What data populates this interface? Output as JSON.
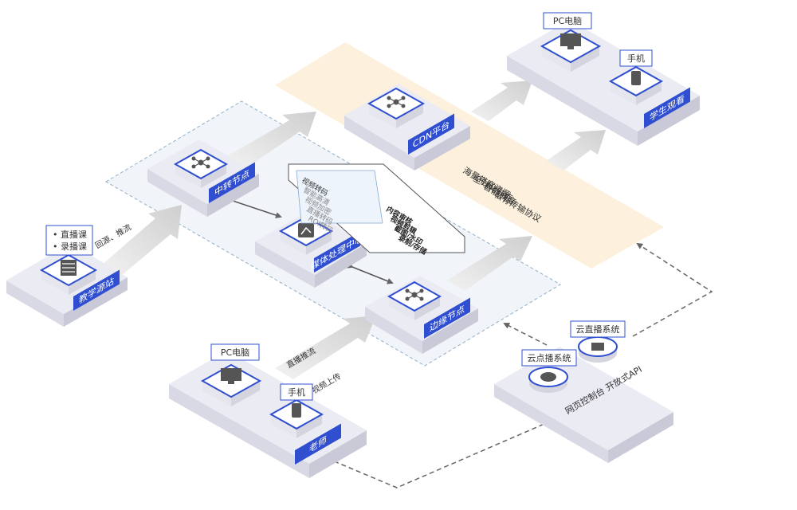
{
  "colors": {
    "accent": "#2f4fd0",
    "band": "#fdf0dc",
    "zone": "#e9eef7",
    "platform_top": "#ebebf3",
    "platform_left": "#d9d9e5",
    "platform_right": "#c9c9d8",
    "arrow": "#d6d6d6",
    "dashed": "#666666",
    "text": "#333333"
  },
  "nodes": {
    "school": {
      "label": "教学源站",
      "list": [
        "• 直播课",
        "• 录播课"
      ],
      "icon": "server-icon"
    },
    "relay": {
      "label": "中转节点",
      "icon": "network-hub-icon"
    },
    "media": {
      "label": "媒体处理中心",
      "icon": "media-process-icon"
    },
    "edge": {
      "label": "边缘节点",
      "icon": "network-nodes-icon"
    },
    "cdn": {
      "label": "CDN平台",
      "icon": "network-hub-icon"
    },
    "students": {
      "label": "学生观看",
      "devices": [
        "PC电脑",
        "手机"
      ]
    },
    "teacher": {
      "label": "老师",
      "devices": [
        "PC电脑",
        "手机"
      ]
    },
    "console": {
      "label": "网页控制台  开放式API",
      "systems": [
        "云点播系统",
        "云直播系统"
      ]
    }
  },
  "media_box": {
    "left_items": [
      "视频转码",
      "智能高清",
      "视频加密",
      "直播转码",
      "ROI转码"
    ],
    "right_items": [
      "内容审核",
      "视频剪辑",
      "截图/水印",
      "录制/存储"
    ]
  },
  "band_items": [
    "海量带宽资源",
    "全球化节点",
    "智能调度",
    "私有传输协议"
  ],
  "flow_labels": {
    "school_relay": "回源、推流",
    "teacher_push": "直播推流",
    "teacher_upload": "视频上传"
  }
}
